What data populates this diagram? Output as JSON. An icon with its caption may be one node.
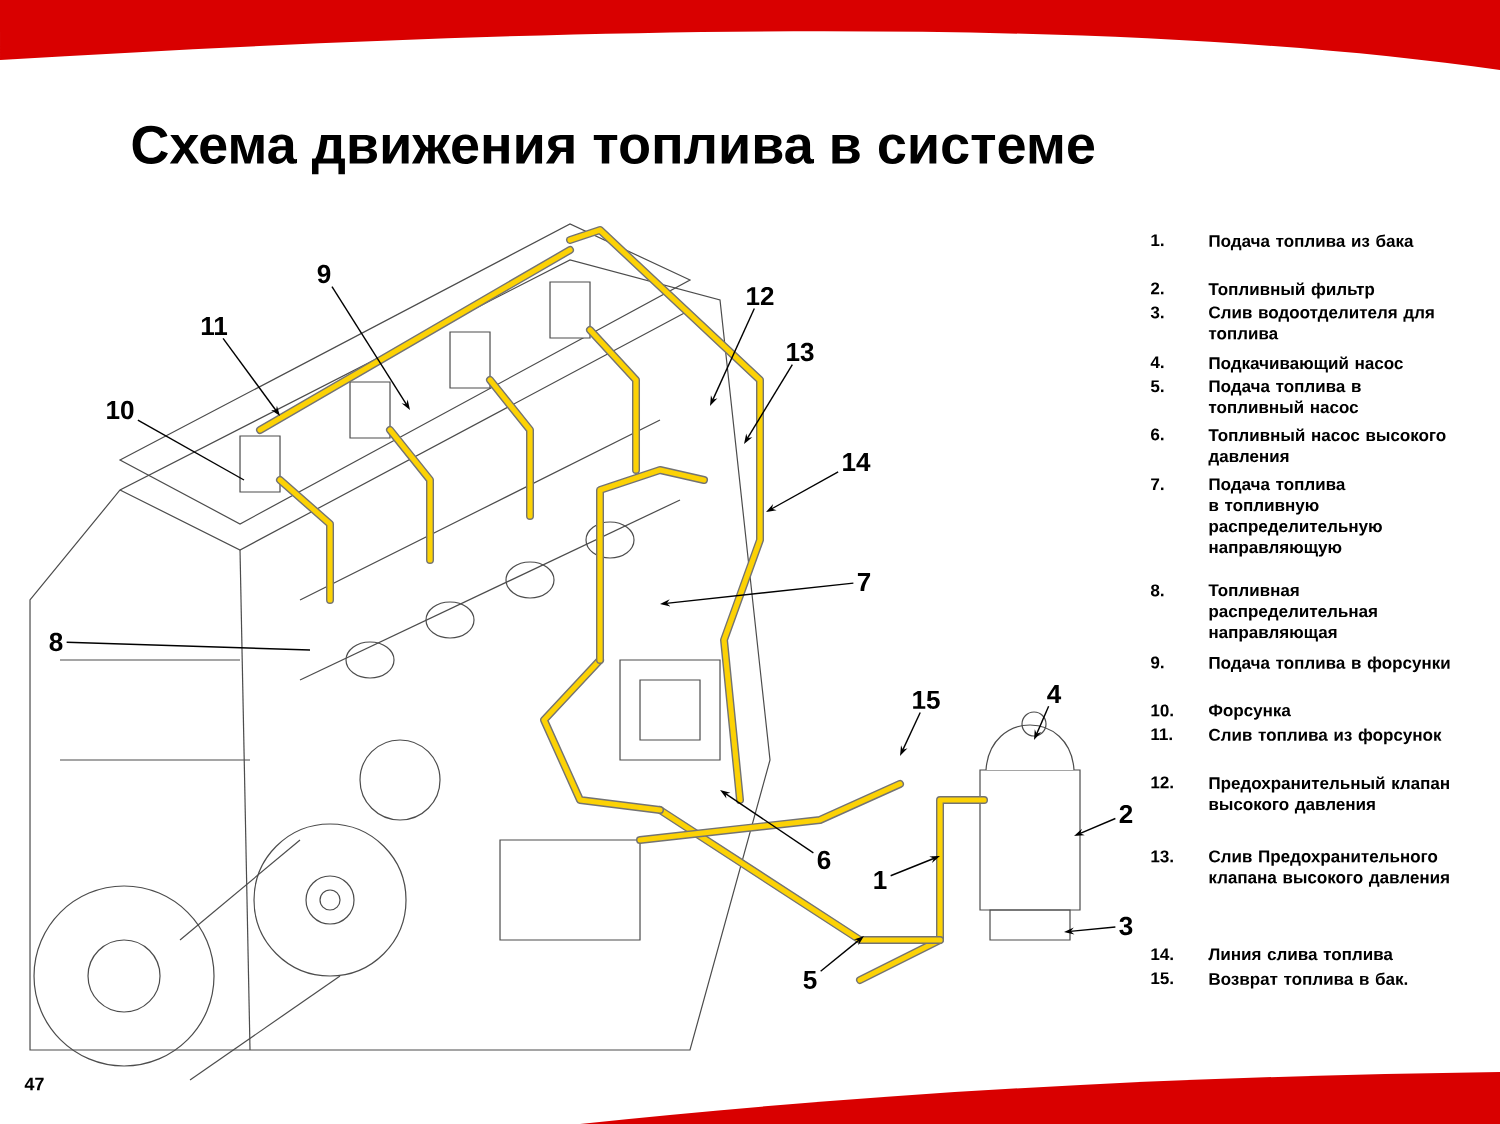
{
  "diagram": {
    "title": "Схема движения топлива в системе",
    "nodes": [
      {
        "text": [
          "1"
        ]
      },
      {
        "text": [
          "2"
        ]
      },
      {
        "text": [
          "3"
        ]
      },
      {
        "text": [
          "4"
        ]
      },
      {
        "text": [
          "5"
        ]
      },
      {
        "text": [
          "6"
        ]
      },
      {
        "text": [
          "7"
        ]
      },
      {
        "text": [
          "8"
        ]
      },
      {
        "text": [
          "9"
        ]
      },
      {
        "text": [
          "10"
        ]
      },
      {
        "text": [
          "11"
        ]
      },
      {
        "text": [
          "12"
        ]
      },
      {
        "text": [
          "13"
        ]
      },
      {
        "text": [
          "14"
        ]
      },
      {
        "text": [
          "15"
        ]
      }
    ],
    "edges": [
      {
        "from": 0,
        "to": null,
        "arrow": "to"
      },
      {
        "from": 1,
        "to": null,
        "arrow": "to"
      },
      {
        "from": 2,
        "to": null,
        "arrow": "to"
      },
      {
        "from": 3,
        "to": null,
        "arrow": "to"
      },
      {
        "from": 4,
        "to": null,
        "arrow": "to"
      },
      {
        "from": 5,
        "to": null,
        "arrow": "to"
      },
      {
        "from": 6,
        "to": null,
        "arrow": "to"
      },
      {
        "from": 7,
        "to": null,
        "arrow": "none"
      },
      {
        "from": 8,
        "to": null,
        "arrow": "to"
      },
      {
        "from": 9,
        "to": null,
        "arrow": "none"
      },
      {
        "from": 10,
        "to": null,
        "arrow": "to"
      },
      {
        "from": 11,
        "to": null,
        "arrow": "to"
      },
      {
        "from": 12,
        "to": null,
        "arrow": "to"
      },
      {
        "from": 13,
        "to": null,
        "arrow": "to"
      },
      {
        "from": 14,
        "to": null,
        "arrow": "to"
      }
    ],
    "labels": [
      "1.",
      "Подача топлива из бака",
      "2.",
      "Топливный фильтр",
      "3.",
      "Слив водоотделителя для топлива",
      "4.",
      "Подкачивающий насос",
      "5.",
      "Подача топлива в топливный насос",
      "6.",
      "Топливный насос высокого давления",
      "7.",
      "Подача топлива в топливную распределительную направляющую",
      "8.",
      "Топливная распределительная направляющая",
      "9.",
      "Подача топлива в форсунки",
      "10.",
      "Форсунка",
      "11.",
      "Слив топлива из форсунок",
      "12.",
      "Предохранительный клапан высокого давления",
      "13.",
      "Слив Предохранительного клапана высокого давления",
      "14.",
      "Линия слива топлива",
      "15.",
      "Возврат топлива в бак.",
      "47"
    ]
  }
}
